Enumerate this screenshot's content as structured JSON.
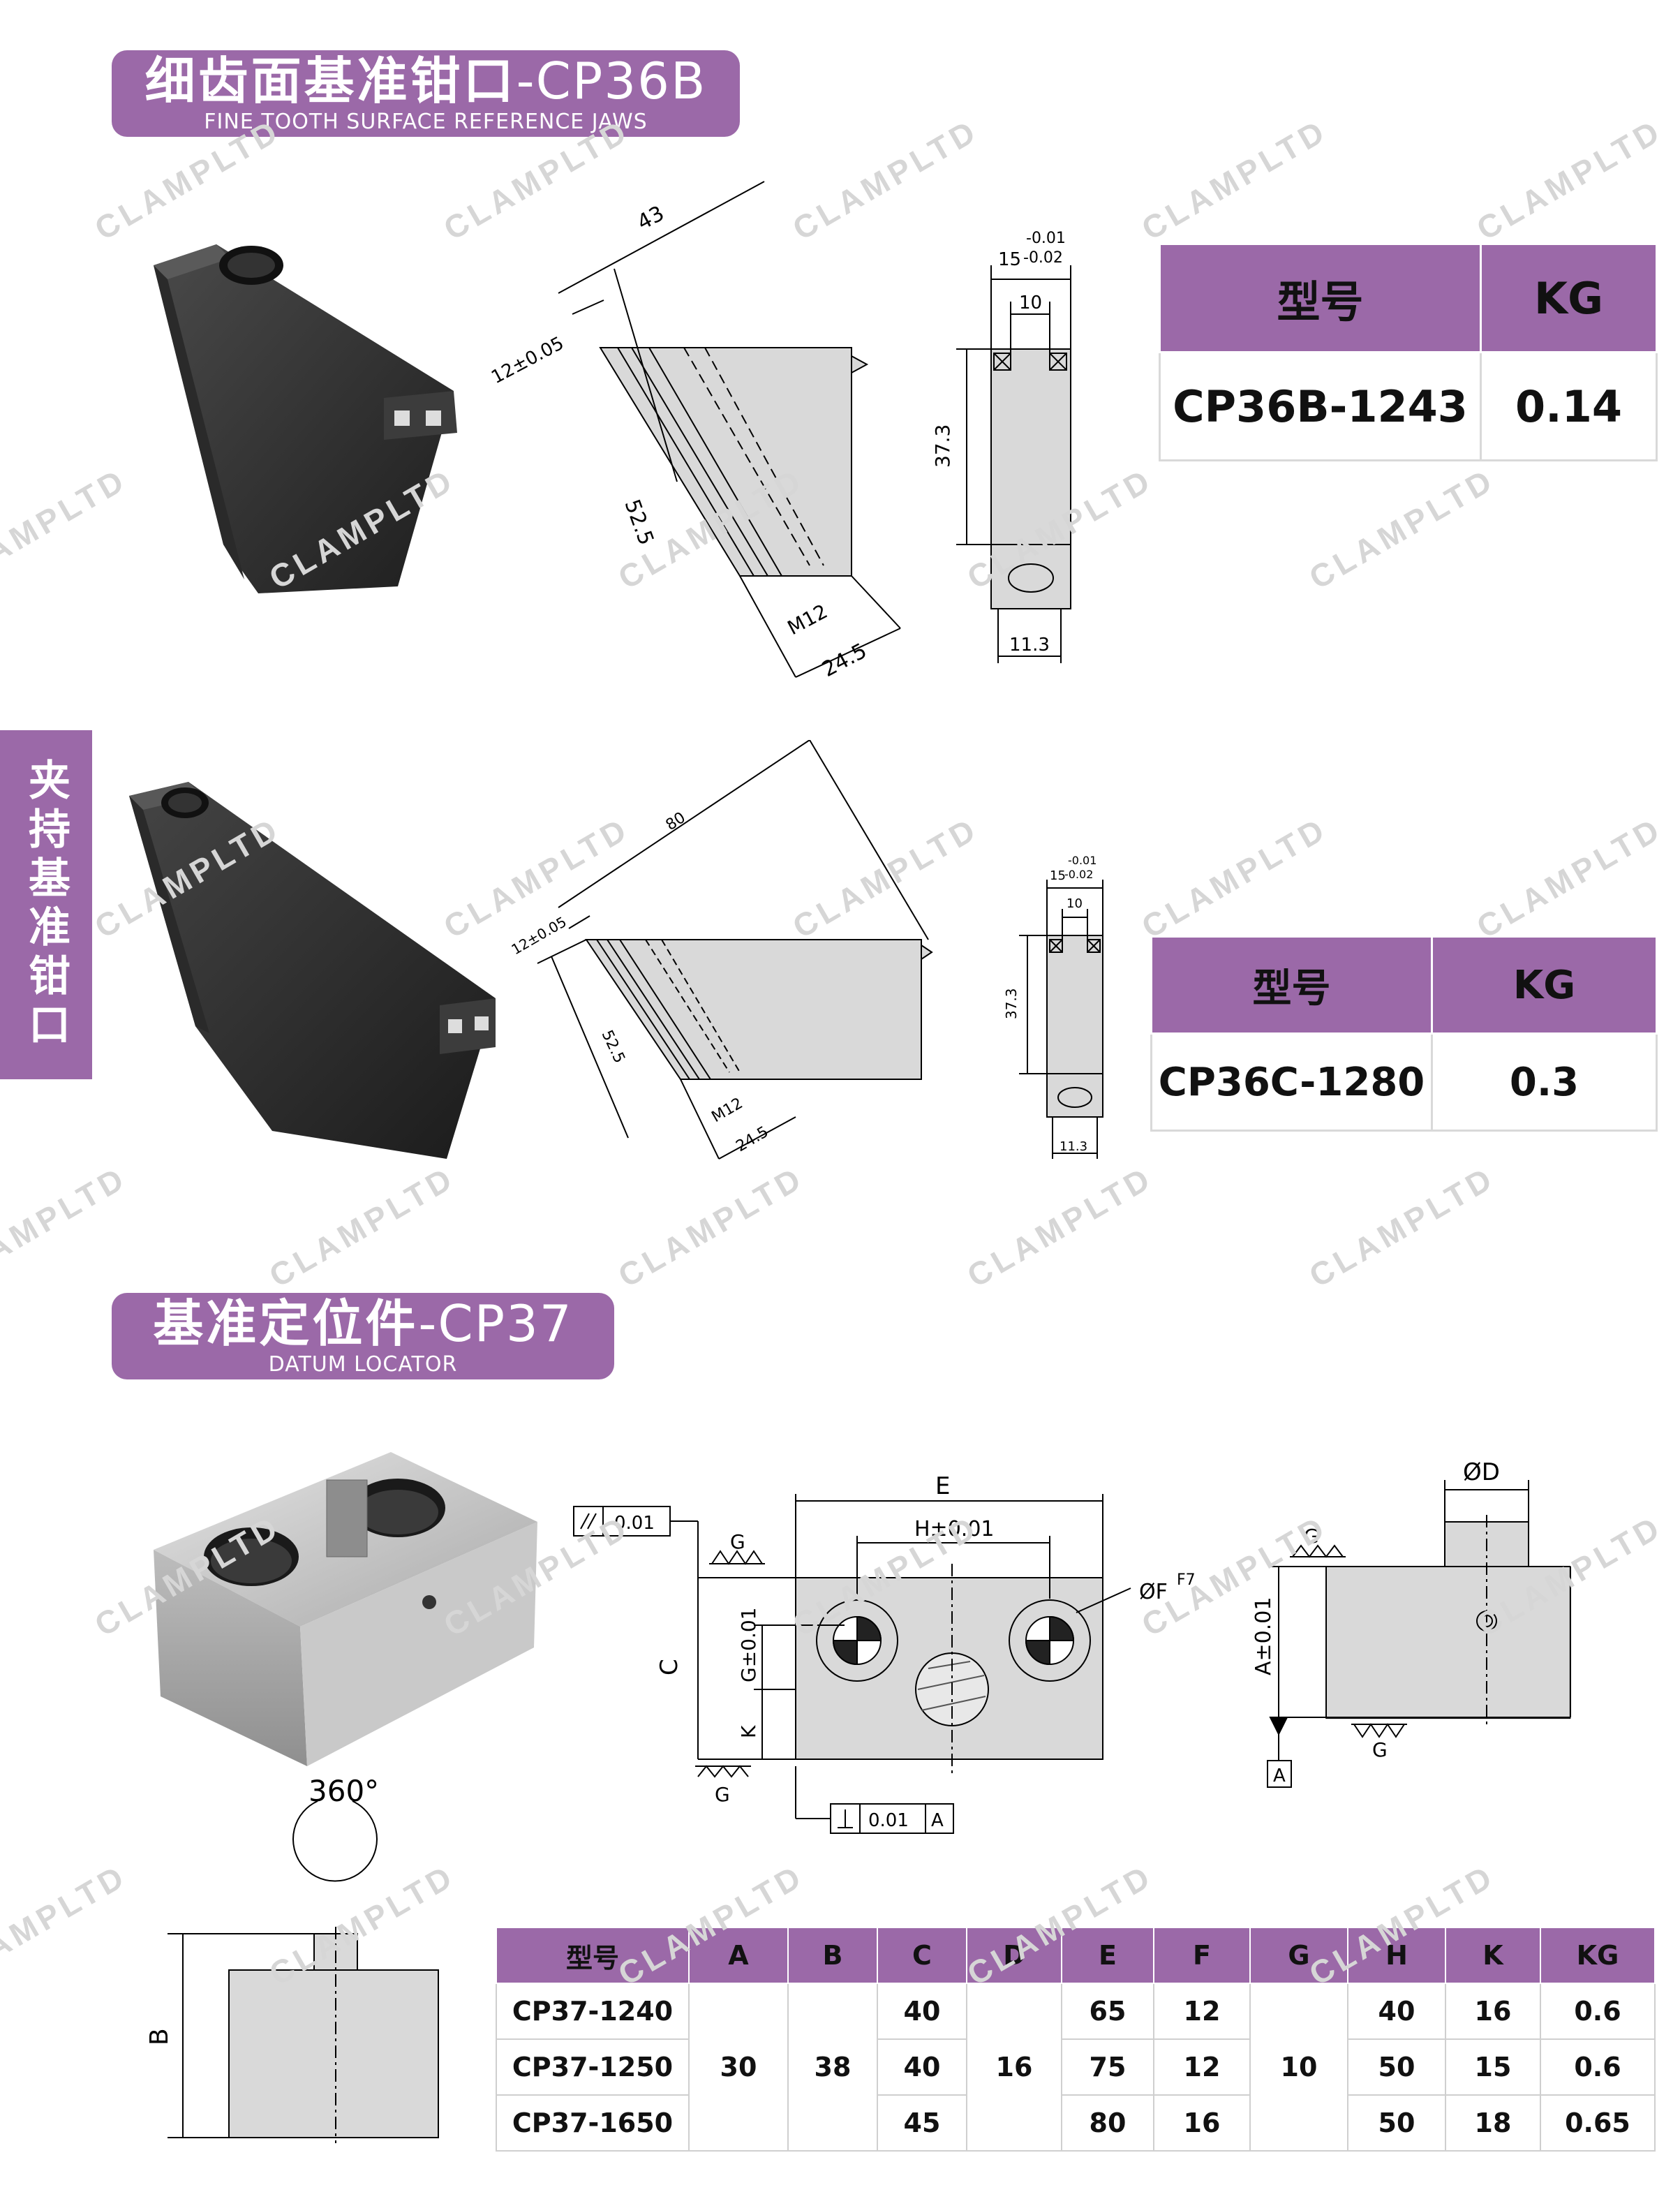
{
  "watermark": "CLAMPLTD",
  "side_tab": "夹持基准钳口",
  "sections": {
    "cp36": {
      "title_cn": "细齿面基准钳口",
      "title_code": "-CP36B",
      "subtitle": "FINE TOOTH SURFACE REFERENCE JAWS"
    },
    "cp37": {
      "title_cn": "基准定位件",
      "title_code": "-CP37",
      "subtitle": "DATUM LOCATOR"
    }
  },
  "drawing_cp36b": {
    "dim_43": "43",
    "dim_12": "12±0.05",
    "dim_52_5": "52.5",
    "dim_m12": "M12",
    "dim_24_5": "24.5",
    "dim_tol_upper": "-0.01",
    "dim_15": "15",
    "dim_tol_lower": "-0.02",
    "dim_10": "10",
    "dim_37_3": "37.3",
    "dim_11_3": "11.3"
  },
  "drawing_cp36c": {
    "dim_80": "80",
    "dim_12": "12±0.05",
    "dim_52_5": "52.5",
    "dim_m12": "M12",
    "dim_24_5": "24.5",
    "dim_tol_upper": "-0.01",
    "dim_15": "15",
    "dim_tol_lower": "-0.02",
    "dim_10": "10",
    "dim_37_3": "37.3",
    "dim_11_3": "11.3"
  },
  "table_cp36b": {
    "headers": [
      "型号",
      "KG"
    ],
    "rows": [
      [
        "CP36B-1243",
        "0.14"
      ]
    ]
  },
  "table_cp36c": {
    "headers": [
      "型号",
      "KG"
    ],
    "rows": [
      [
        "CP36C-1280",
        "0.3"
      ]
    ]
  },
  "drawing_cp37": {
    "flatness": "0.01",
    "dim_e": "E",
    "dim_h": "H±0.01",
    "dim_f": "ØF",
    "dim_f_sup": "F7",
    "dim_c": "C",
    "dim_g": "G±0.01",
    "dim_k": "K",
    "surface_g": "G",
    "perp_value": "0.01",
    "perp_datum": "A",
    "dim_d": "ØD",
    "dim_a": "A±0.01",
    "datum_a": "A",
    "rotation": "360°",
    "dim_b": "B"
  },
  "table_cp37": {
    "headers": [
      "型号",
      "A",
      "B",
      "C",
      "D",
      "E",
      "F",
      "G",
      "H",
      "K",
      "KG"
    ],
    "shared": {
      "A": "30",
      "B": "38",
      "D": "16",
      "G": "10"
    },
    "rows": [
      {
        "model": "CP37-1240",
        "C": "40",
        "E": "65",
        "F": "12",
        "H": "40",
        "K": "16",
        "KG": "0.6"
      },
      {
        "model": "CP37-1250",
        "C": "40",
        "E": "75",
        "F": "12",
        "H": "50",
        "K": "15",
        "KG": "0.6"
      },
      {
        "model": "CP37-1650",
        "C": "45",
        "E": "80",
        "F": "16",
        "H": "50",
        "K": "18",
        "KG": "0.65"
      }
    ]
  }
}
